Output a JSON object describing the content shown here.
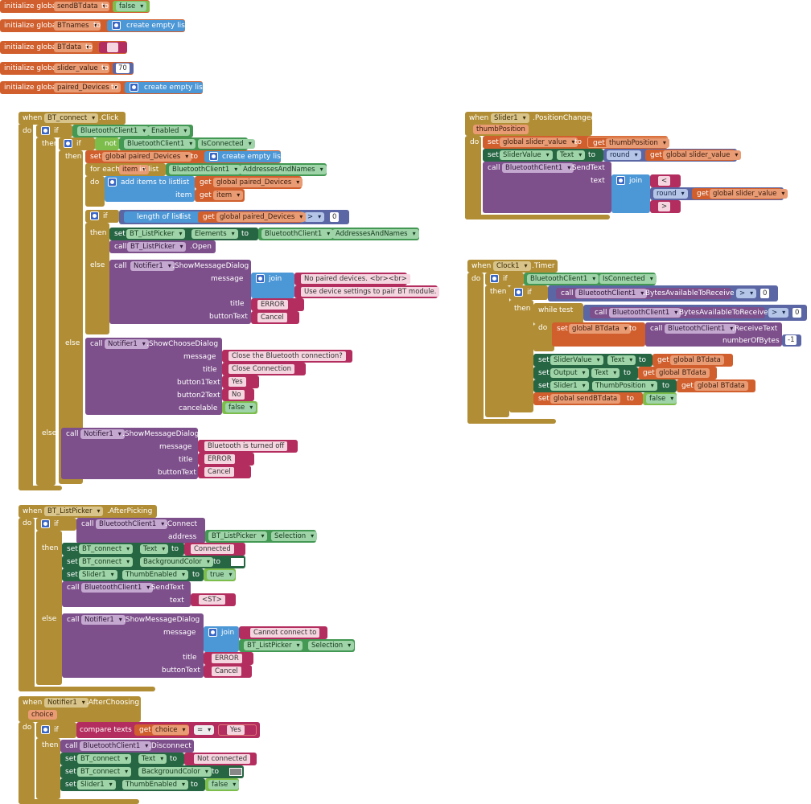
{
  "globals": [
    {
      "keyword": "initialize global",
      "name": "sendBTdata",
      "to": "to",
      "value": "false"
    },
    {
      "keyword": "initialize global",
      "name": "BTnames",
      "to": "to",
      "value": "create empty list"
    },
    {
      "keyword": "initialize global",
      "name": "BTdata",
      "to": "to",
      "value": ""
    },
    {
      "keyword": "initialize global",
      "name": "slider_value",
      "to": "to",
      "value": "70"
    },
    {
      "keyword": "initialize global",
      "name": "paired_Devices",
      "to": "to",
      "value": "create empty list"
    }
  ],
  "kw": {
    "when": "when",
    "do": "do",
    "if": "if",
    "then": "then",
    "else": "else",
    "not": "not",
    "set": "set",
    "to": "to",
    "call": "call",
    "for_each": "for each",
    "in_list": "in list",
    "add_items": "add items to list",
    "list": "list",
    "item": "item",
    "get": "get",
    "length_of_list": "length of list",
    "message": "message",
    "title": "title",
    "button_text": "buttonText",
    "button1": "button1Text",
    "button2": "button2Text",
    "cancelable": "cancelable",
    "join": "join",
    "address": "address",
    "text": "text",
    "while": "while",
    "test": "test",
    "number_of_bytes": "numberOfBytes",
    "compare_texts": "compare texts"
  },
  "comp": {
    "bt_connect": "BT_connect",
    "bt_client": "BluetoothClient1",
    "bt_listpicker": "BT_ListPicker",
    "notifier": "Notifier1",
    "slider": "Slider1",
    "slider_value": "SliderValue",
    "clock": "Clock1",
    "output": "Output"
  },
  "prop": {
    "click": ".Click",
    "enabled": "Enabled",
    "is_connected": "IsConnected",
    "addresses": "AddressesAndNames",
    "elements": "Elements",
    "open": ".Open",
    "show_message": ".ShowMessageDialog",
    "show_choose": ".ShowChooseDialog",
    "after_picking": ".AfterPicking",
    "connect": ".Connect",
    "selection": "Selection",
    "text": "Text",
    "bg_color": "BackgroundColor",
    "thumb_enabled": "ThumbEnabled",
    "send_text": ".SendText",
    "after_choosing": ".AfterChoosing",
    "disconnect": ".Disconnect",
    "position_changed": ".PositionChanged",
    "timer": ".Timer",
    "bytes_avail": ".BytesAvailableToReceive",
    "receive_text": ".ReceiveText",
    "thumb_position": "ThumbPosition"
  },
  "vars": {
    "g_paired": "global paired_Devices",
    "item": "item",
    "g_slider": "global slider_value",
    "g_btdata": "global BTdata",
    "g_send": "global sendBTdata",
    "thumb_position": "thumbPosition",
    "choice": "choice",
    "round": "round"
  },
  "vals": {
    "create_empty": "create empty list",
    "no_paired": "No paired devices. <br><br>",
    "use_settings": "Use device settings to pair BT module.",
    "error": "ERROR",
    "cancel": "Cancel",
    "close_bt": "Close the Bluetooth connection?",
    "close_conn": "Close Connection",
    "yes": "Yes",
    "no": "No",
    "false": "false",
    "true": "true",
    "bt_off": "Bluetooth is turned off",
    "connected": "Connected",
    "st": "<ST>",
    "cannot": "Cannot connect to",
    "not_connected": "Not connected",
    "lt": "<",
    "gt": ">",
    "gt_op": ">",
    "eq_op": "=",
    "zero": "0",
    "neg1": "-1"
  },
  "colors": {
    "event": "#b18e35",
    "variable": "#d05f2d",
    "component": "#439853",
    "setter": "#266643",
    "method": "#7d4f8b",
    "text": "#b32d5e",
    "logic": "#7dbd4c",
    "list": "#4c97d6",
    "math": "#5b67a5",
    "connected_color": "#ffffff",
    "disconnected_color": "#888888"
  }
}
